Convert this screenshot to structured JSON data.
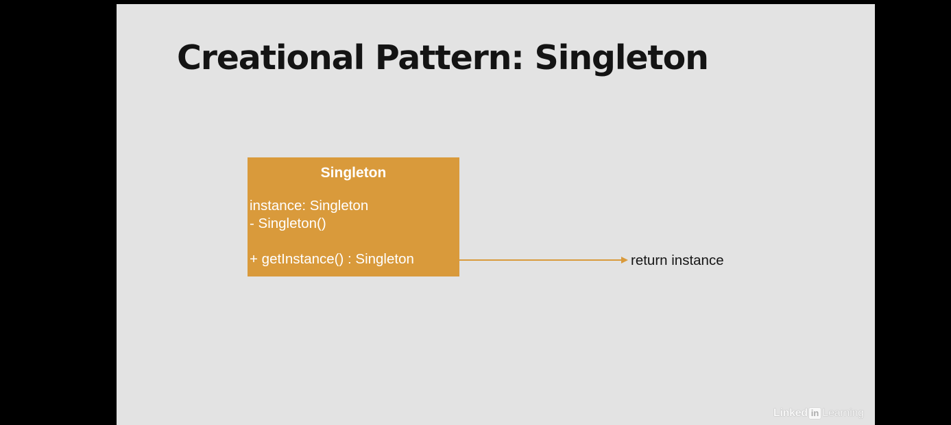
{
  "slide": {
    "title": "Creational Pattern: Singleton",
    "uml_class": {
      "name": "Singleton",
      "attribute": "instance: Singleton",
      "constructor": "- Singleton()",
      "method": "+ getInstance() : Singleton"
    },
    "arrow_label": "return instance"
  },
  "watermark": {
    "linked": "Linked",
    "in": "in",
    "learning": "Learning"
  },
  "colors": {
    "background": "#000000",
    "slide_background": "#e3e3e3",
    "uml_box": "#d99a3b",
    "arrow": "#d99a3b",
    "title_text": "#141414"
  }
}
